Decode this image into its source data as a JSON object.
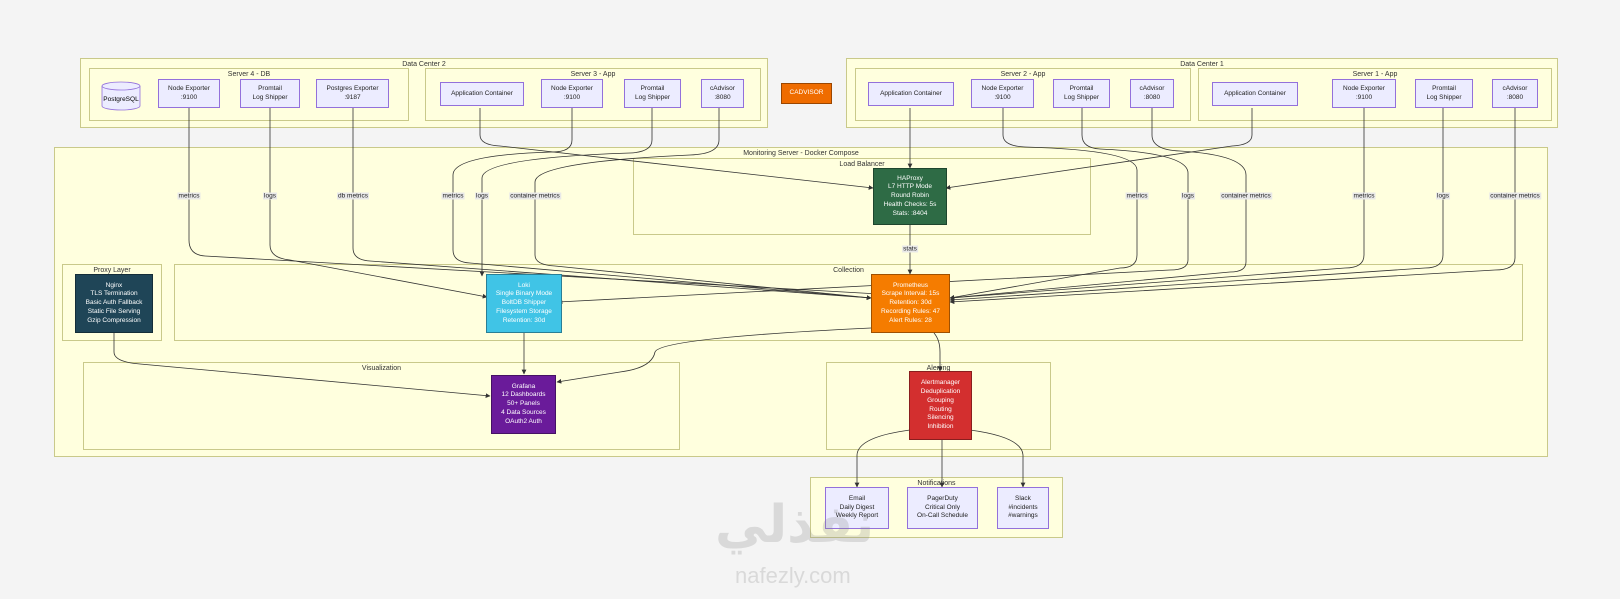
{
  "groups": {
    "dc2": "Data Center 2",
    "s4": "Server 4 - DB",
    "s3": "Server 3 - App",
    "dc1": "Data Center 1",
    "s2": "Server 2 - App",
    "s1": "Server 1 - App",
    "mon": "Monitoring Server - Docker Compose",
    "lb": "Load Balancer",
    "proxy": "Proxy Layer",
    "collection": "Collection",
    "viz": "Visualization",
    "alerting": "Alerting",
    "notif": "Notifications"
  },
  "nodes": {
    "pg": "PostgreSQL",
    "s4_ne": "Node Exporter\n:9100",
    "s4_pt": "Promtail\nLog Shipper",
    "s4_pe": "Postgres Exporter\n:9187",
    "s3_app": "Application Container",
    "s3_ne": "Node Exporter\n:9100",
    "s3_pt": "Promtail\nLog Shipper",
    "s3_ca": "cAdvisor\n:8080",
    "cadvisor": "CADVISOR",
    "s2_app": "Application Container",
    "s2_ne": "Node Exporter\n:9100",
    "s2_pt": "Promtail\nLog Shipper",
    "s2_ca": "cAdvisor\n:8080",
    "s1_app": "Application Container",
    "s1_ne": "Node Exporter\n:9100",
    "s1_pt": "Promtail\nLog Shipper",
    "s1_ca": "cAdvisor\n:8080",
    "haproxy": "HAProxy\nL7 HTTP Mode\nRound Robin\nHealth Checks: 5s\nStats: :8404",
    "nginx": "Nginx\nTLS Termination\nBasic Auth Fallback\nStatic File Serving\nGzip Compression",
    "loki": "Loki\nSingle Binary Mode\nBoltDB Shipper\nFilesystem Storage\nRetention: 30d",
    "prometheus": "Prometheus\nScrape Interval: 15s\nRetention: 30d\nRecording Rules: 47\nAlert Rules: 28",
    "grafana": "Grafana\n12 Dashboards\n50+ Panels\n4 Data Sources\nOAuth2 Auth",
    "alertmanager": "Alertmanager\nDeduplication\nGrouping\nRouting\nSilencing\nInhibition",
    "email": "Email\nDaily Digest\nWeekly Report",
    "pagerduty": "PagerDuty\nCritical Only\nOn-Call Schedule",
    "slack": "Slack\n#incidents\n#warnings"
  },
  "edge_labels": {
    "s4_ne": "metrics",
    "s4_pt": "logs",
    "s4_pe": "db metrics",
    "s3_ne": "metrics",
    "s3_pt": "logs",
    "s3_ca": "container metrics",
    "s2_ne": "metrics",
    "s2_pt": "logs",
    "s2_ca": "container metrics",
    "s1_ne": "metrics",
    "s1_pt": "logs",
    "s1_ca": "container metrics",
    "stats": "stats"
  },
  "colors": {
    "haproxy": "#2e6b45",
    "nginx": "#1f4557",
    "loki": "#40c4e6",
    "prometheus": "#f57c00",
    "grafana": "#6a1b9a",
    "alertmanager": "#d32f2f",
    "cadvisor": "#ef6c00"
  },
  "watermark": {
    "arabic": "نفذلي",
    "latin": "nafezly.com"
  }
}
